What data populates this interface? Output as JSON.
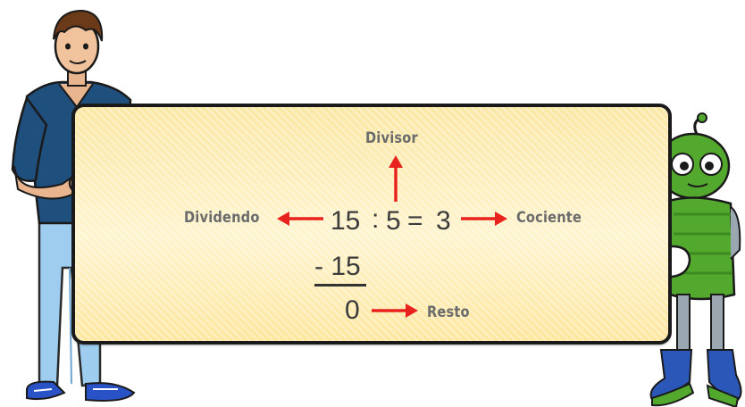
{
  "labels": {
    "divisor": "Divisor",
    "dividend": "Dividendo",
    "quotient": "Cociente",
    "remainder": "Resto"
  },
  "equation": {
    "dividend": "15",
    "sep": ":",
    "divisor": "5",
    "equals": "=",
    "quotient": "3"
  },
  "subtraction": "- 15",
  "remainder": "0",
  "colors": {
    "arrow": "#e8231d",
    "board_border": "#1a1a1a",
    "board_fill": "#fdedb7",
    "shirt": "#1f4f7d",
    "jeans": "#93c3ea",
    "robot_green": "#53a82e"
  }
}
